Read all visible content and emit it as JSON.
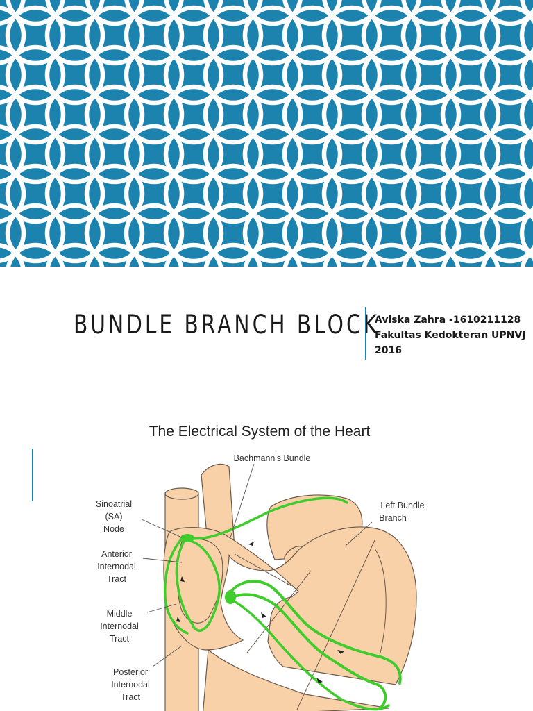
{
  "slide1": {
    "title": "BUNDLE BRANCH BLOCK",
    "author_line": "Aviska Zahra -1610211128",
    "institution_line": "Fakultas Kedokteran UPNVJ",
    "year_line": "2016",
    "pattern_color": "#1b83ad"
  },
  "slide2": {
    "diagram_title": "The Electrical System of the Heart",
    "labels": {
      "bachmann": "Bachmann's Bundle",
      "left_bundle_1": "Left Bundle",
      "left_bundle_2": "Branch",
      "sa_1": "Sinoatrial",
      "sa_2": "(SA)",
      "sa_3": "Node",
      "anterior_1": "Anterior",
      "anterior_2": "Internodal",
      "anterior_3": "Tract",
      "middle_1": "Middle",
      "middle_2": "Internodal",
      "middle_3": "Tract",
      "posterior_1": "Posterior",
      "posterior_2": "Internodal",
      "posterior_3": "Tract"
    },
    "colors": {
      "heart": "#f8d1a9",
      "outline": "#6b5a4a",
      "conduction": "#3fcc2c",
      "accent": "#1b83ad"
    }
  }
}
